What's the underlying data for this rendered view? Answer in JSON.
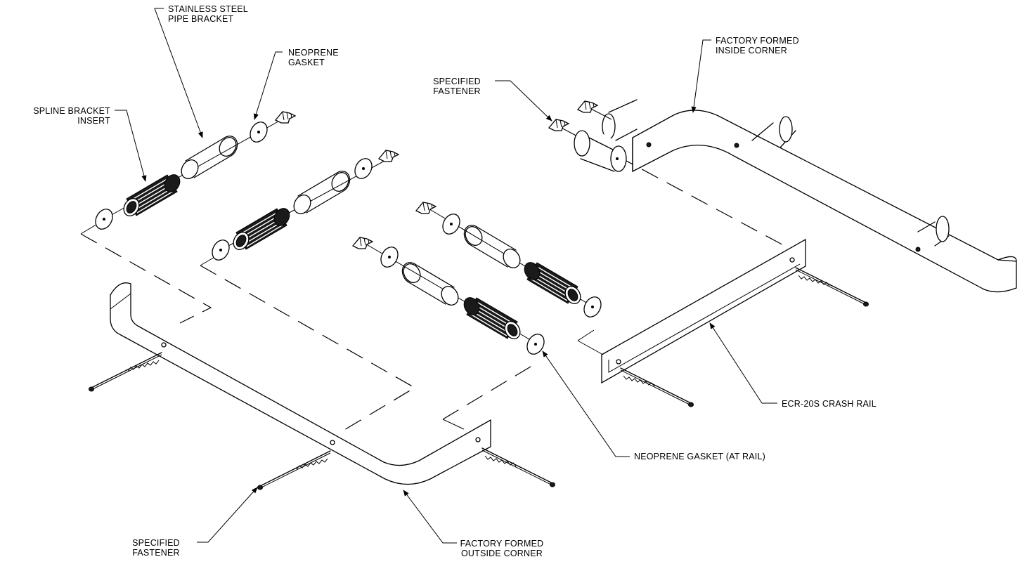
{
  "labels": {
    "pipe_bracket": [
      "STAINLESS STEEL",
      "PIPE BRACKET"
    ],
    "neoprene_gasket_top": [
      "NEOPRENE",
      "GASKET"
    ],
    "spline_bracket": [
      "SPLINE BRACKET",
      "INSERT"
    ],
    "specified_fastener_top": [
      "SPECIFIED",
      "FASTENER"
    ],
    "inside_corner": [
      "FACTORY FORMED",
      "INSIDE CORNER"
    ],
    "crash_rail": "ECR-20S CRASH RAIL",
    "gasket_at_rail": "NEOPRENE GASKET (AT RAIL)",
    "specified_fastener_bottom": [
      "SPECIFIED",
      "FASTENER"
    ],
    "outside_corner": [
      "FACTORY FORMED",
      "OUTSIDE CORNER"
    ]
  }
}
